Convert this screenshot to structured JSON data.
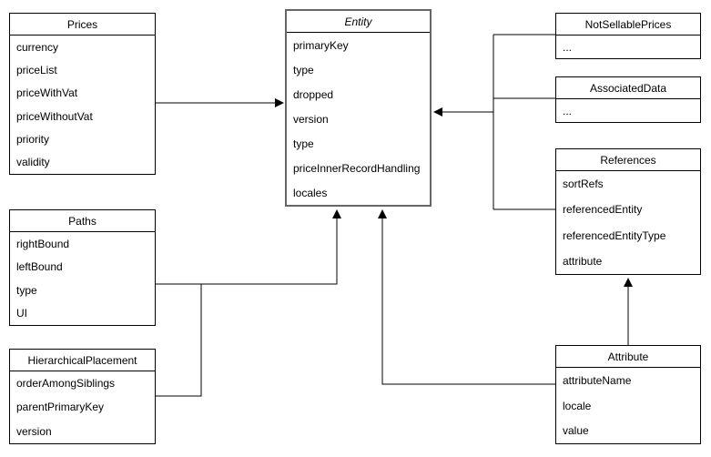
{
  "colors": {
    "background": "#ffffff",
    "box_fill": "#ffffff",
    "box_stroke": "#000000",
    "entity_box_stroke": "#666666",
    "connector_stroke": "#000000",
    "text": "#000000"
  },
  "entities": {
    "prices": {
      "title": "Prices",
      "attributes": [
        "currency",
        "priceList",
        "priceWithVat",
        "priceWithoutVat",
        "priority",
        "validity"
      ]
    },
    "paths": {
      "title": "Paths",
      "attributes": [
        "rightBound",
        "leftBound",
        "type",
        "UI"
      ]
    },
    "hierarchical_placement": {
      "title": "HierarchicalPlacement",
      "attributes": [
        "orderAmongSiblings",
        "parentPrimaryKey",
        "version"
      ]
    },
    "entity": {
      "title": "Entity",
      "attributes": [
        "primaryKey",
        "type",
        "dropped",
        "version",
        "type",
        "priceInnerRecordHandling",
        "locales"
      ]
    },
    "not_sellable_prices": {
      "title": "NotSellablePrices",
      "attributes": [
        "..."
      ]
    },
    "associated_data": {
      "title": "AssociatedData",
      "attributes": [
        "..."
      ]
    },
    "references": {
      "title": "References",
      "attributes": [
        "sortRefs",
        "referencedEntity",
        "referencedEntityType",
        "attribute"
      ]
    },
    "attribute": {
      "title": "Attribute",
      "attributes": [
        "attributeName",
        "locale",
        "value"
      ]
    }
  },
  "connectors": [
    {
      "name": "prices-to-entity",
      "from": "Prices",
      "to": "Entity",
      "arrow": "into Entity left side"
    },
    {
      "name": "right-bus-to-entity",
      "from": "NotSellablePrices / AssociatedData / References",
      "to": "Entity",
      "arrow": "into Entity right side"
    },
    {
      "name": "paths-to-entity",
      "from": "Paths",
      "to": "Entity",
      "arrow": "into Entity bottom"
    },
    {
      "name": "hierarchical-placement-join",
      "from": "HierarchicalPlacement",
      "to": "Paths connector",
      "arrow": "none"
    },
    {
      "name": "attribute-to-entity",
      "from": "Attribute",
      "to": "Entity",
      "arrow": "into Entity bottom"
    },
    {
      "name": "attribute-to-references",
      "from": "Attribute",
      "to": "References",
      "arrow": "into References bottom"
    }
  ]
}
